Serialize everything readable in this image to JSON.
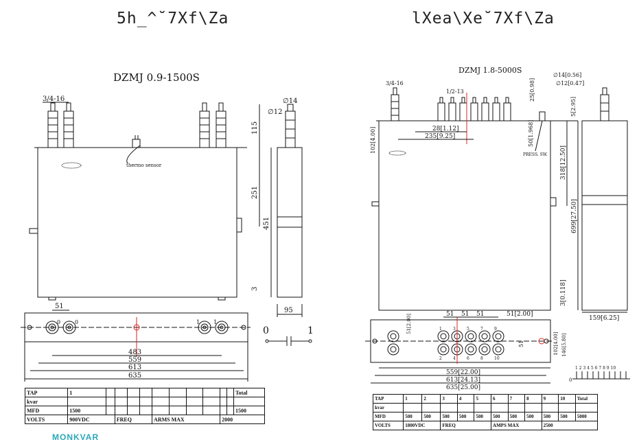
{
  "headings": {
    "left": "5h_^˘7Xf\\Za",
    "right": "lXea\\Xe˘7Xf\\Za"
  },
  "left": {
    "model": "DZMJ 0.9-1500S",
    "thread": "3/4-16",
    "dia_a": "∅14",
    "dia_b": "∅12",
    "dim_115": "115",
    "dim_251": "251",
    "dim_451": "451",
    "dim_3": "3",
    "dim_95": "95",
    "dim_51": "51",
    "dim_483": "483",
    "dim_559": "559",
    "dim_613": "613",
    "dim_635": "635",
    "sensor": "thermo sensor",
    "term0a": "0",
    "term0b": "0",
    "term1a": "1",
    "term1b": "1",
    "sym0": "0",
    "sym1": "1",
    "table": {
      "r1": [
        "TAP",
        "1",
        "Total"
      ],
      "r2": [
        "kvar"
      ],
      "r3": [
        "MFD",
        "1500",
        "1500"
      ],
      "r4": [
        "VOLTS",
        "900VDC",
        "FREQ",
        "ARMS MAX",
        "2000"
      ]
    }
  },
  "right": {
    "model": "DZMJ 1.8-5000S",
    "thread": "3/4-16",
    "thread2": "1/2-13",
    "dia_a": "∅14[0.56]",
    "dia_b": "∅12[0.47]",
    "dim_25": "25[0.98]",
    "dim_5": "5[2.95]",
    "dim_102": "102[4.00]",
    "dim_28": "28[1.12]",
    "dim_235": "235[9.25]",
    "dim_50": "50[1.968]",
    "sensor": "PRESS. SW.",
    "dim_318": "318[12.50]",
    "dim_699": "699[27.50]",
    "dim_3": "3[0.118]",
    "dim_159": "159[6.25]",
    "dim_51a": "51",
    "dim_51b": "51",
    "dim_51c": "51",
    "dim_51d": "51[2.00]",
    "dim_51v": "51[2.00]",
    "dim_51e": "51",
    "dim_102b": "102[4.00]",
    "dim_146": "146[5.80]",
    "dim_559": "559[22.00]",
    "dim_613": "613[24.13]",
    "dim_635": "635[25.00]",
    "terms_top": [
      "1",
      "3",
      "5",
      "7",
      "9"
    ],
    "terms_bot": [
      "2",
      "4",
      "6",
      "8",
      "10"
    ],
    "sym_nums": "1 2 3 4 5 6 7 8 9 10",
    "sym0": "0",
    "table": {
      "r1": [
        "TAP",
        "1",
        "2",
        "3",
        "4",
        "5",
        "6",
        "7",
        "8",
        "9",
        "10",
        "Total"
      ],
      "r2": [
        "kvar"
      ],
      "r3": [
        "MFD",
        "500",
        "500",
        "500",
        "500",
        "500",
        "500",
        "500",
        "500",
        "500",
        "500",
        "5000"
      ],
      "r4": [
        "VOLTS",
        "1800VDC",
        "FREQ",
        "AMPS MAX",
        "2500"
      ]
    }
  },
  "brand": "MONKVAR"
}
